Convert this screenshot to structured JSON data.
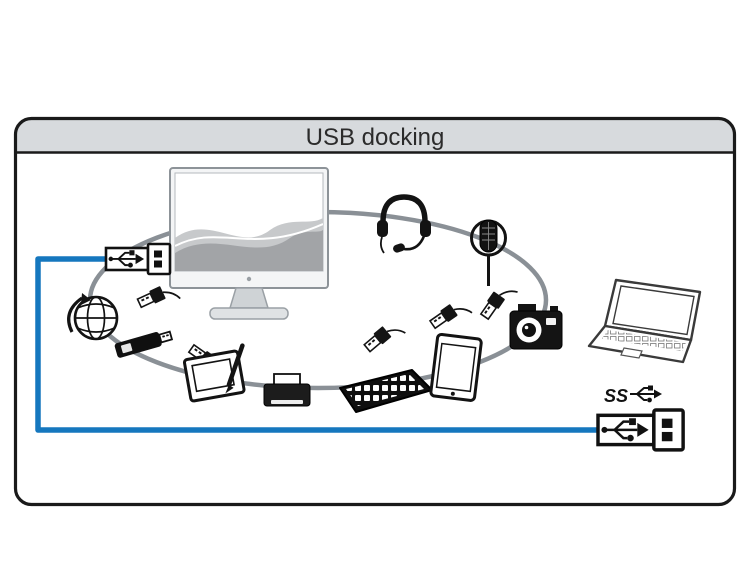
{
  "header": {
    "title": "USB docking"
  },
  "usb_logo": {
    "ss_label": "SS"
  },
  "colors": {
    "cable_blue": "#1577be",
    "loop_gray": "#8a9096",
    "header_fill": "#d7dadd",
    "outline": "#1a1a1a"
  },
  "icons": [
    "monitor-icon",
    "globe-icon",
    "usb-plug-left-icon",
    "usb-connector-icon",
    "usb-flash-drive-icon",
    "graphics-tablet-icon",
    "printer-icon",
    "keyboard-icon",
    "tablet-icon",
    "camera-icon",
    "microphone-icon",
    "headset-icon",
    "laptop-icon",
    "superspeed-usb-logo",
    "usb-plug-bottom-icon"
  ]
}
